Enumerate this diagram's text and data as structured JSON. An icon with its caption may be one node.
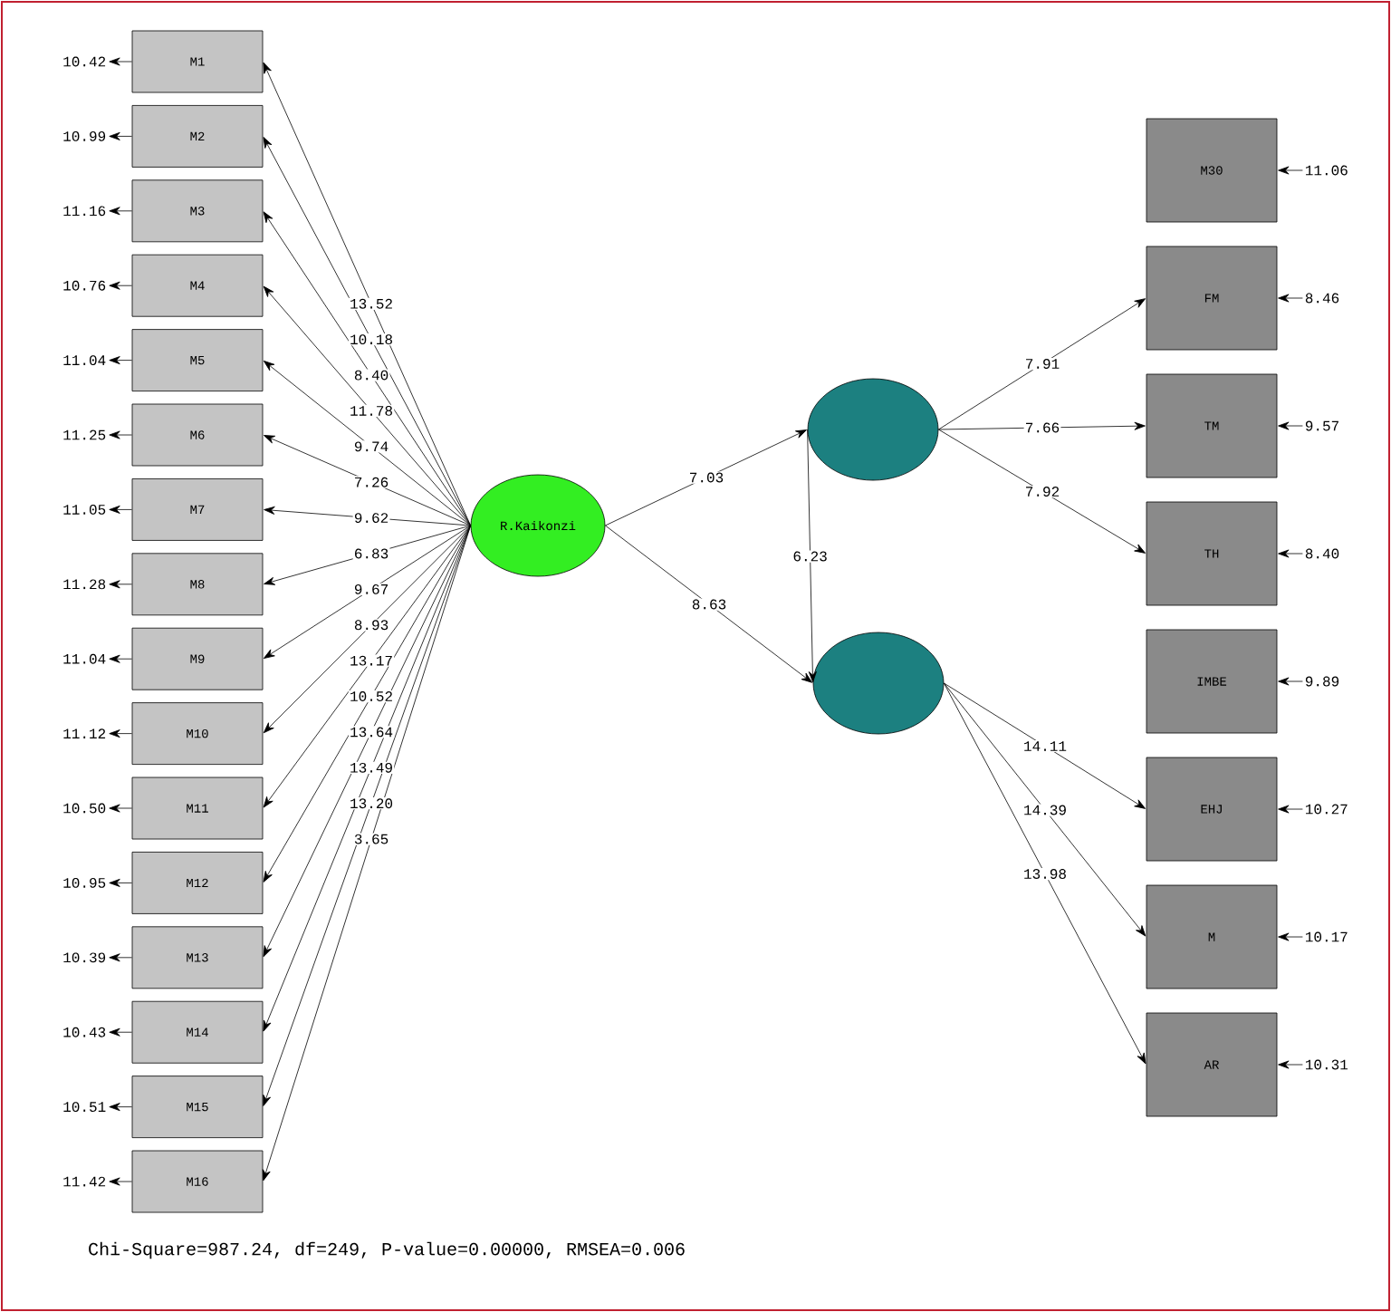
{
  "diagram": {
    "caption": "Chi-Square=987.24, df=249, P-value=0.00000, RMSEA=0.006",
    "nodes": [
      {
        "text": [
          "M1"
        ]
      },
      {
        "text": [
          "M2"
        ]
      },
      {
        "text": [
          "M3"
        ]
      },
      {
        "text": [
          "M4"
        ]
      },
      {
        "text": [
          "M5"
        ]
      },
      {
        "text": [
          "M6"
        ]
      },
      {
        "text": [
          "M7"
        ]
      },
      {
        "text": [
          "M8"
        ]
      },
      {
        "text": [
          "M9"
        ]
      },
      {
        "text": [
          "M10"
        ]
      },
      {
        "text": [
          "M11"
        ]
      },
      {
        "text": [
          "M12"
        ]
      },
      {
        "text": [
          "M13"
        ]
      },
      {
        "text": [
          "M14"
        ]
      },
      {
        "text": [
          "M15"
        ]
      },
      {
        "text": [
          "M16"
        ]
      },
      {
        "text": [
          "R.Kaikonzi"
        ]
      },
      {
        "text": [],
        "shape": "ellipse"
      },
      {
        "text": [],
        "shape": "ellipse"
      },
      {
        "text": [
          "M30"
        ]
      },
      {
        "text": [
          "FM"
        ]
      },
      {
        "text": [
          "TM"
        ]
      },
      {
        "text": [
          "TH"
        ]
      },
      {
        "text": [
          "IMBE"
        ]
      },
      {
        "text": [
          "EHJ"
        ]
      },
      {
        "text": [
          "M"
        ]
      },
      {
        "text": [
          "AR"
        ]
      }
    ],
    "edges": [
      {
        "from": 16,
        "to": 0,
        "arrow": "to",
        "label": "13.52"
      },
      {
        "from": 16,
        "to": 1,
        "arrow": "to",
        "label": "10.18"
      },
      {
        "from": 16,
        "to": 2,
        "arrow": "to",
        "label": "8.40"
      },
      {
        "from": 16,
        "to": 3,
        "arrow": "to",
        "label": "11.78"
      },
      {
        "from": 16,
        "to": 4,
        "arrow": "to",
        "label": "9.74"
      },
      {
        "from": 16,
        "to": 5,
        "arrow": "to",
        "label": "7.26"
      },
      {
        "from": 16,
        "to": 6,
        "arrow": "to",
        "label": "9.62"
      },
      {
        "from": 16,
        "to": 7,
        "arrow": "to",
        "label": "6.83"
      },
      {
        "from": 16,
        "to": 8,
        "arrow": "to",
        "label": "9.67"
      },
      {
        "from": 16,
        "to": 9,
        "arrow": "to",
        "label": "8.93"
      },
      {
        "from": 16,
        "to": 10,
        "arrow": "to",
        "label": "13.17"
      },
      {
        "from": 16,
        "to": 11,
        "arrow": "to",
        "label": "10.52"
      },
      {
        "from": 16,
        "to": 12,
        "arrow": "to",
        "label": "13.64"
      },
      {
        "from": 16,
        "to": 13,
        "arrow": "to",
        "label": "13.49"
      },
      {
        "from": 16,
        "to": 14,
        "arrow": "to",
        "label": "13.20"
      },
      {
        "from": 16,
        "to": 15,
        "arrow": "to",
        "label": "3.65"
      },
      {
        "from": 16,
        "to": 17,
        "arrow": "to",
        "label": "7.03"
      },
      {
        "from": 16,
        "to": 18,
        "arrow": "to",
        "label": "8.63"
      },
      {
        "from": 17,
        "to": 18,
        "arrow": "to",
        "label": "6.23"
      },
      {
        "from": 17,
        "to": 20,
        "arrow": "to",
        "label": "7.91"
      },
      {
        "from": 17,
        "to": 21,
        "arrow": "to",
        "label": "7.66"
      },
      {
        "from": 17,
        "to": 22,
        "arrow": "to",
        "label": "7.92"
      },
      {
        "from": 18,
        "to": 24,
        "arrow": "to",
        "label": "14.11"
      },
      {
        "from": 18,
        "to": 25,
        "arrow": "to",
        "label": "14.39"
      },
      {
        "from": 18,
        "to": 26,
        "arrow": "to",
        "label": "13.98"
      },
      {
        "from": 0,
        "to": null,
        "arrow": "to",
        "label": "10.42"
      },
      {
        "from": 1,
        "to": null,
        "arrow": "to",
        "label": "10.99"
      },
      {
        "from": 2,
        "to": null,
        "arrow": "to",
        "label": "11.16"
      },
      {
        "from": 3,
        "to": null,
        "arrow": "to",
        "label": "10.76"
      },
      {
        "from": 4,
        "to": null,
        "arrow": "to",
        "label": "11.04"
      },
      {
        "from": 5,
        "to": null,
        "arrow": "to",
        "label": "11.25"
      },
      {
        "from": 6,
        "to": null,
        "arrow": "to",
        "label": "11.05"
      },
      {
        "from": 7,
        "to": null,
        "arrow": "to",
        "label": "11.28"
      },
      {
        "from": 8,
        "to": null,
        "arrow": "to",
        "label": "11.04"
      },
      {
        "from": 9,
        "to": null,
        "arrow": "to",
        "label": "11.12"
      },
      {
        "from": 10,
        "to": null,
        "arrow": "to",
        "label": "10.50"
      },
      {
        "from": 11,
        "to": null,
        "arrow": "to",
        "label": "10.95"
      },
      {
        "from": 12,
        "to": null,
        "arrow": "to",
        "label": "10.39"
      },
      {
        "from": 13,
        "to": null,
        "arrow": "to",
        "label": "10.43"
      },
      {
        "from": 14,
        "to": null,
        "arrow": "to",
        "label": "10.51"
      },
      {
        "from": 15,
        "to": null,
        "arrow": "to",
        "label": "11.42"
      },
      {
        "from": null,
        "to": 19,
        "arrow": "to",
        "label": "11.06"
      },
      {
        "from": null,
        "to": 20,
        "arrow": "to",
        "label": "8.46"
      },
      {
        "from": null,
        "to": 21,
        "arrow": "to",
        "label": "9.57"
      },
      {
        "from": null,
        "to": 22,
        "arrow": "to",
        "label": "8.40"
      },
      {
        "from": null,
        "to": 23,
        "arrow": "to",
        "label": "9.89"
      },
      {
        "from": null,
        "to": 24,
        "arrow": "to",
        "label": "10.27"
      },
      {
        "from": null,
        "to": 25,
        "arrow": "to",
        "label": "10.17"
      },
      {
        "from": null,
        "to": 26,
        "arrow": "to",
        "label": "10.31"
      }
    ]
  }
}
